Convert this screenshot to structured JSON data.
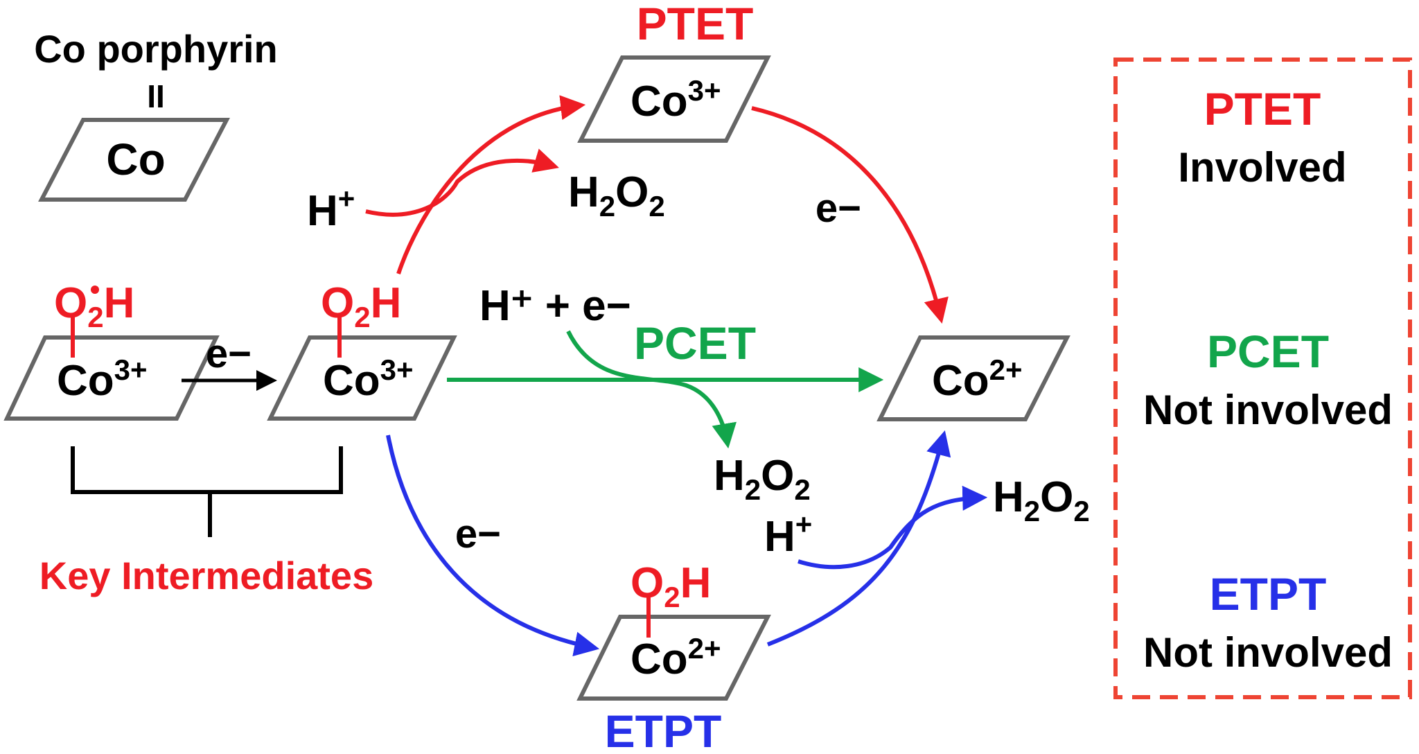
{
  "legend_top": {
    "line1": "Co porphyrin",
    "line2": "II",
    "center": "Co"
  },
  "intermediates": {
    "first": {
      "ligand": "O",
      "ligand_sub": "2",
      "ligand_h": "H",
      "metal": "Co",
      "charge": "3+"
    },
    "second": {
      "ligand": "O",
      "ligand_sub": "2",
      "ligand_h": "H",
      "metal": "Co",
      "charge": "3+"
    },
    "step_label": "e−",
    "caption": "Key Intermediates"
  },
  "ptet": {
    "label": "PTET",
    "metal": "Co",
    "charge": "3+",
    "proton": "H",
    "proton_sup": "+",
    "product": "H",
    "product_sub1": "2",
    "product_o": "O",
    "product_sub2": "2",
    "electron": "e−"
  },
  "pcet": {
    "label": "PCET",
    "reagent": "H⁺ + e−",
    "product": "H",
    "product_sub1": "2",
    "product_o": "O",
    "product_sub2": "2"
  },
  "etpt": {
    "label": "ETPT",
    "electron": "e−",
    "ligand": "O",
    "ligand_sub": "2",
    "ligand_h": "H",
    "metal": "Co",
    "charge": "2+",
    "proton": "H",
    "proton_sup": "+",
    "product": "H",
    "product_sub1": "2",
    "product_o": "O",
    "product_sub2": "2"
  },
  "final": {
    "metal": "Co",
    "charge": "2+"
  },
  "summary_box": {
    "entries": [
      {
        "name": "PTET",
        "status": "Involved",
        "color": "#ee1c24"
      },
      {
        "name": "PCET",
        "status": "Not involved",
        "color": "#12a54b"
      },
      {
        "name": "ETPT",
        "status": "Not involved",
        "color": "#2630e8"
      }
    ],
    "border_color": "#ee4433"
  },
  "colors": {
    "ptet": "#ee1c24",
    "pcet": "#12a54b",
    "etpt": "#2630e8",
    "frame": "#666666"
  }
}
